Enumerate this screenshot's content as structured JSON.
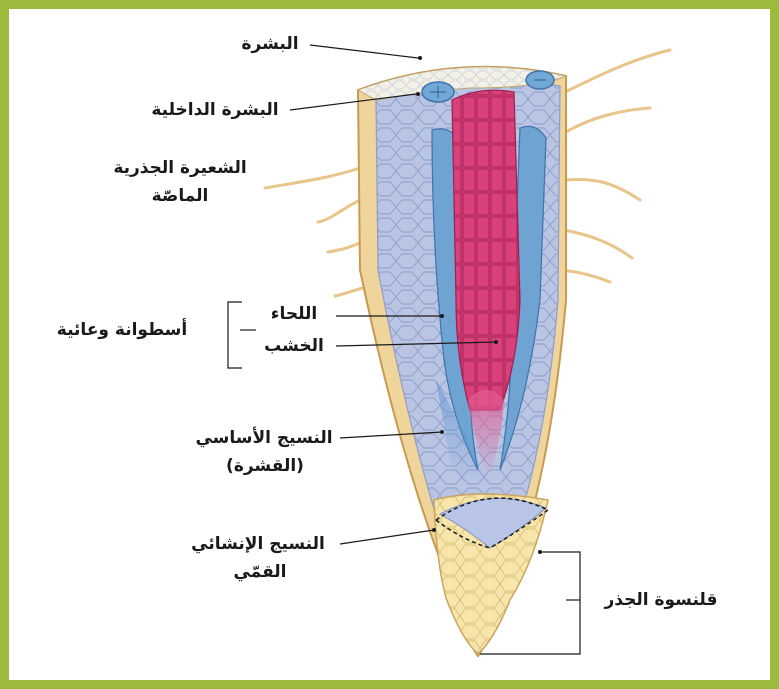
{
  "labels": {
    "epidermis": "البشرة",
    "endodermis": "البشرة الداخلية",
    "root_hair_line1": "الشعيرة الجذرية",
    "root_hair_line2": "الماصّة",
    "phloem": "اللحاء",
    "vascular_cylinder": "أسطوانة وعائية",
    "xylem": "الخشب",
    "ground_tissue_line1": "النسيج الأساسي",
    "ground_tissue_line2": "(القشرة)",
    "apical_meristem_line1": "النسيج الإنشائي",
    "apical_meristem_line2": "القمّي",
    "root_cap": "قلنسوة الجذر"
  },
  "colors": {
    "frame": "#9cba3c",
    "epidermis": "#f0d7a1",
    "cortex": "#b9c3e2",
    "phloem": "#6fa4d2",
    "xylem": "#d9457a",
    "root_cap": "#f7e7ad",
    "meristem": "#b9c6e6"
  }
}
